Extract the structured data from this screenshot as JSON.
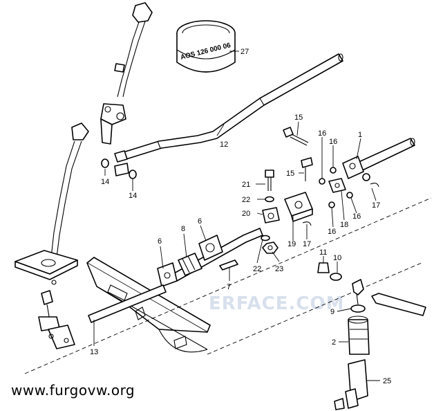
{
  "diagram": {
    "part_numbers": [
      {
        "id": "1",
        "label": "1"
      },
      {
        "id": "2",
        "label": "2"
      },
      {
        "id": "6a",
        "label": "6"
      },
      {
        "id": "6b",
        "label": "6"
      },
      {
        "id": "7",
        "label": "7"
      },
      {
        "id": "8",
        "label": "8"
      },
      {
        "id": "9",
        "label": "9"
      },
      {
        "id": "10",
        "label": "10"
      },
      {
        "id": "11",
        "label": "11"
      },
      {
        "id": "12",
        "label": "12"
      },
      {
        "id": "13",
        "label": "13"
      },
      {
        "id": "14a",
        "label": "14"
      },
      {
        "id": "14b",
        "label": "14"
      },
      {
        "id": "15a",
        "label": "15"
      },
      {
        "id": "15b",
        "label": "15"
      },
      {
        "id": "16a",
        "label": "16"
      },
      {
        "id": "16b",
        "label": "16"
      },
      {
        "id": "16c",
        "label": "16"
      },
      {
        "id": "16d",
        "label": "16"
      },
      {
        "id": "17a",
        "label": "17"
      },
      {
        "id": "17b",
        "label": "17"
      },
      {
        "id": "18",
        "label": "18"
      },
      {
        "id": "19",
        "label": "19"
      },
      {
        "id": "20",
        "label": "20"
      },
      {
        "id": "21",
        "label": "21"
      },
      {
        "id": "22a",
        "label": "22"
      },
      {
        "id": "22b",
        "label": "22"
      },
      {
        "id": "23",
        "label": "23"
      },
      {
        "id": "25",
        "label": "25"
      },
      {
        "id": "27",
        "label": "27"
      }
    ],
    "tool_stamp": "AOS 126 000 06",
    "watermark": "ERFACE.COM",
    "credit": "www.furgovw.org"
  }
}
